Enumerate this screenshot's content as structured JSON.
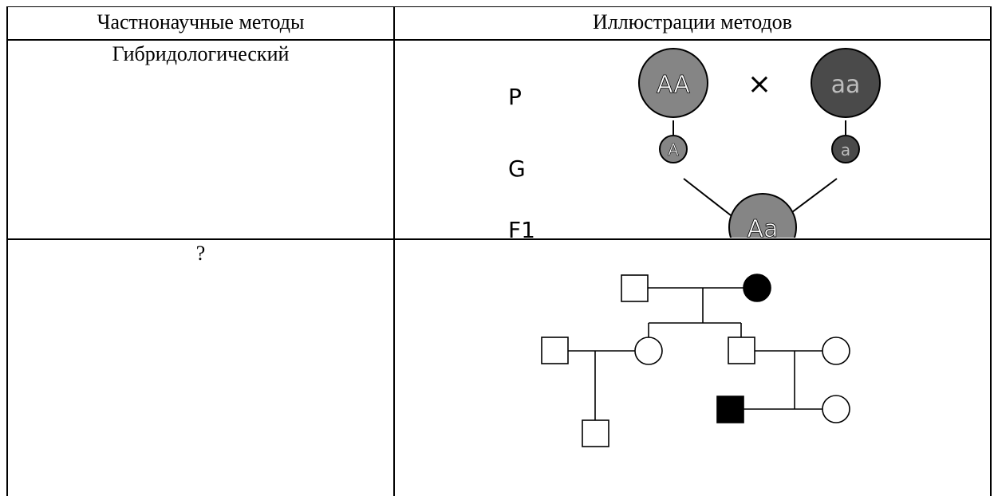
{
  "table": {
    "headers": {
      "methods": "Частнонаучные методы",
      "illustrations": "Иллюстрации методов"
    },
    "rows": [
      {
        "method": "Гибридологический"
      },
      {
        "method": "?"
      }
    ]
  },
  "cross_diagram": {
    "generation_labels": [
      "P",
      "G",
      "F1"
    ],
    "parent_1_genotype": "AA",
    "parent_2_genotype": "aa",
    "cross_symbol": "×",
    "gamete_1": "A",
    "gamete_2": "a",
    "offspring_genotype": "Aa",
    "colors": {
      "dominant_fill": "#858585",
      "recessive_fill": "#4a4a4a"
    }
  },
  "pedigree": {
    "colors": {
      "affected": "#000000",
      "unaffected": "#ffffff"
    },
    "legend_symbols": [
      "male-square",
      "female-circle",
      "affected-filled"
    ]
  }
}
